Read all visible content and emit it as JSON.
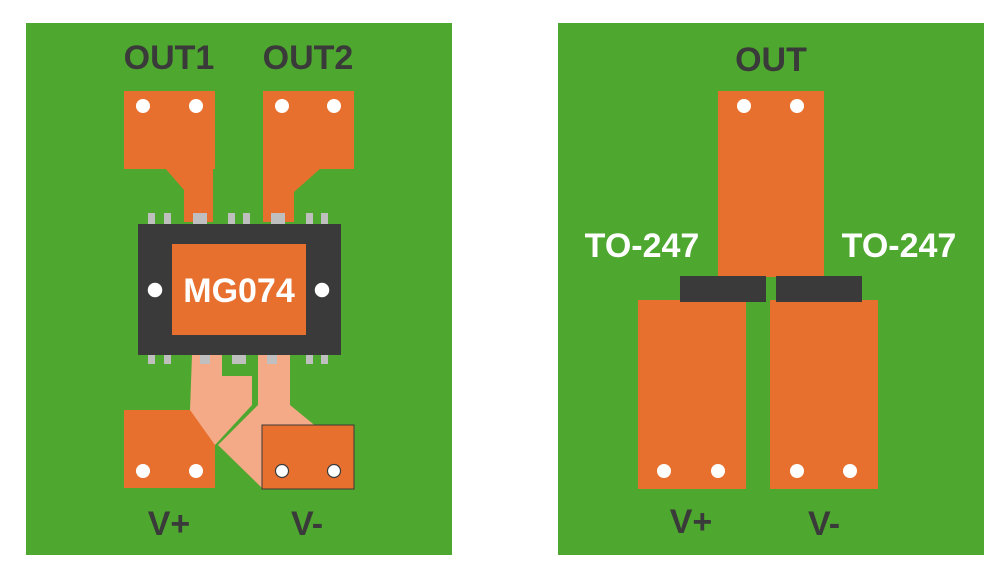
{
  "colors": {
    "board": "#4ea72e",
    "copper": "#e8702f",
    "copper_light": "#f4aa87",
    "package": "#3a3a3a",
    "pin": "#bfbfbf",
    "hole": "#ffffff",
    "label_dark": "#3a3a3a",
    "label_light": "#ffffff"
  },
  "left_board": {
    "out1_label": "OUT1",
    "out2_label": "OUT2",
    "chip_label": "MG074",
    "vplus_label": "V+",
    "vminus_label": "V-"
  },
  "right_board": {
    "out_label": "OUT",
    "to247_left_label": "TO-247",
    "to247_right_label": "TO-247",
    "vplus_label": "V+",
    "vminus_label": "V-"
  }
}
